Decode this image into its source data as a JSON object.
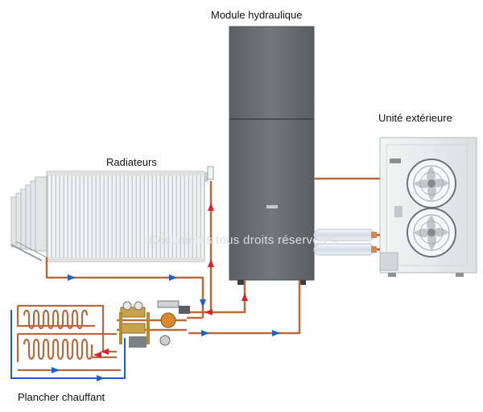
{
  "labels": {
    "hydraulic_module": "Module hydraulique",
    "outdoor_unit": "Unité extérieure",
    "radiators": "Radiateurs",
    "underfloor": "Plancher chauffant"
  },
  "watermark": "Documents tous droits réservés ©",
  "colors": {
    "pipe_copper": "#b86a3e",
    "flow_hot": "#d7262e",
    "flow_cold": "#1f5fbf",
    "module_body": "#6b6e72",
    "radiator": "#e9eaea",
    "outdoor_body": "#eceeee"
  }
}
